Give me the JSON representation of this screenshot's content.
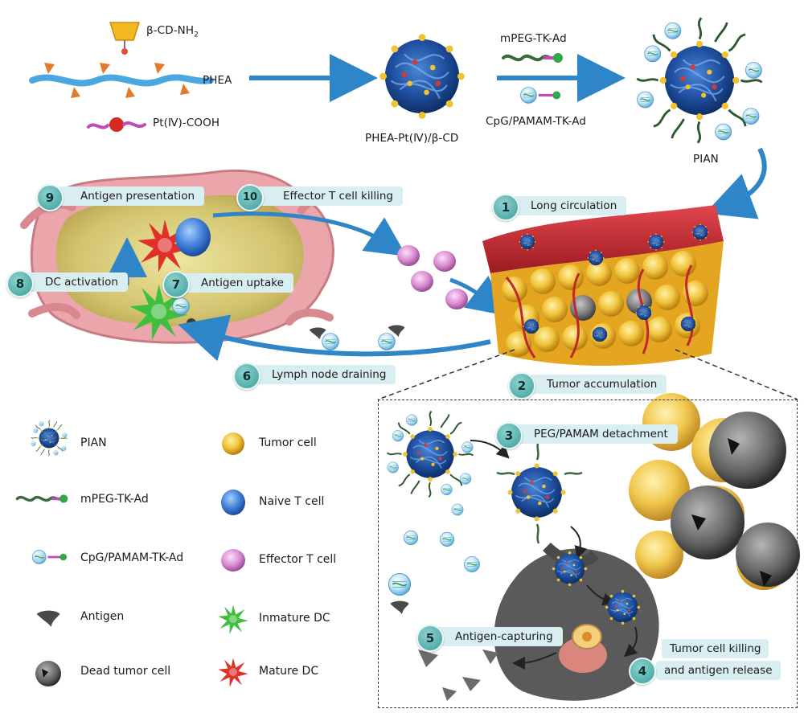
{
  "synthesis": {
    "beta_cd": "β-CD-NH",
    "beta_cd_sub": "2",
    "phea": "PHEA",
    "pt_cooh": "Pt(Ⅳ)-COOH",
    "intermediate": "PHEA-Pt(Ⅳ)/β-CD",
    "mpeg": "mPEG-TK-Ad",
    "cpg": "CpG/PAMAM-TK-Ad",
    "pian": "PIAN"
  },
  "steps": [
    {
      "num": "1",
      "label": "Long circulation"
    },
    {
      "num": "2",
      "label": "Tumor accumulation"
    },
    {
      "num": "3",
      "label": "PEG/PAMAM detachment"
    },
    {
      "num": "4",
      "label_line1": "Tumor cell killing",
      "label_line2": "and antigen release"
    },
    {
      "num": "5",
      "label": "Antigen-capturing"
    },
    {
      "num": "6",
      "label": "Lymph node draining"
    },
    {
      "num": "7",
      "label": "Antigen uptake"
    },
    {
      "num": "8",
      "label": "DC activation"
    },
    {
      "num": "9",
      "label": "Antigen presentation"
    },
    {
      "num": "10",
      "label": "Effector  T cell killing"
    }
  ],
  "legend": {
    "left": [
      "PIAN",
      "mPEG-TK-Ad",
      "CpG/PAMAM-TK-Ad",
      "Antigen",
      "Dead tumor cell"
    ],
    "right": [
      "Tumor cell",
      "Naive T cell",
      "Effector T cell",
      "Inmature DC",
      "Mature DC"
    ]
  },
  "colors": {
    "arrow": "#2e86c8",
    "badge": "#4aaead",
    "label_bg": "#d9eef0",
    "nanoparticle": "#1f4f9e",
    "vessel": "#c0262e",
    "tumor": "#e8b21e",
    "lymph_node": "#e39aa0",
    "naive_t": "#3f7fd6",
    "effector_t": "#d77fd0",
    "immature_dc": "#3fbf3f",
    "mature_dc": "#e0302a"
  }
}
